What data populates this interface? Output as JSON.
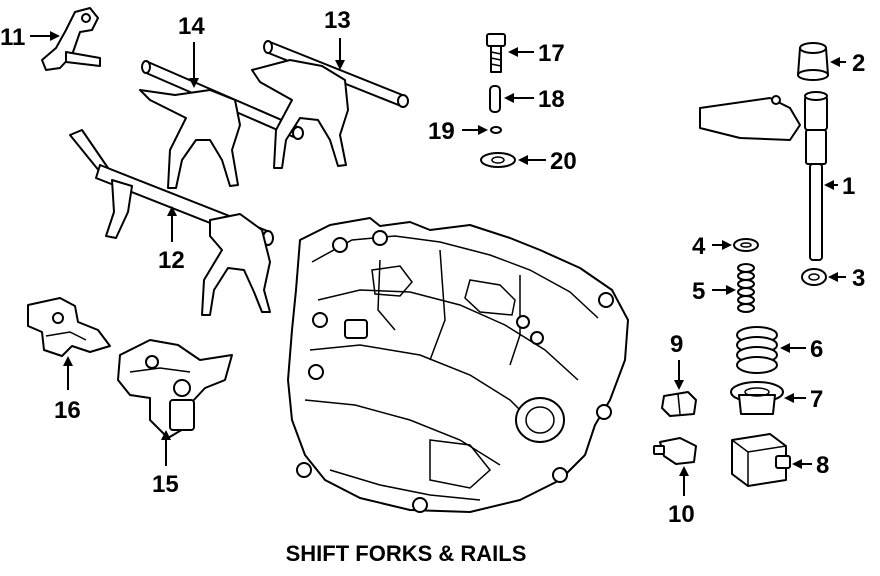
{
  "title": "SHIFT FORKS & RAILS",
  "callouts": [
    {
      "id": "1",
      "label": "1"
    },
    {
      "id": "2",
      "label": "2"
    },
    {
      "id": "3",
      "label": "3"
    },
    {
      "id": "4",
      "label": "4"
    },
    {
      "id": "5",
      "label": "5"
    },
    {
      "id": "6",
      "label": "6"
    },
    {
      "id": "7",
      "label": "7"
    },
    {
      "id": "8",
      "label": "8"
    },
    {
      "id": "9",
      "label": "9"
    },
    {
      "id": "10",
      "label": "10"
    },
    {
      "id": "11",
      "label": "11"
    },
    {
      "id": "12",
      "label": "12"
    },
    {
      "id": "13",
      "label": "13"
    },
    {
      "id": "14",
      "label": "14"
    },
    {
      "id": "15",
      "label": "15"
    },
    {
      "id": "16",
      "label": "16"
    },
    {
      "id": "17",
      "label": "17"
    },
    {
      "id": "18",
      "label": "18"
    },
    {
      "id": "19",
      "label": "19"
    },
    {
      "id": "20",
      "label": "20"
    }
  ]
}
